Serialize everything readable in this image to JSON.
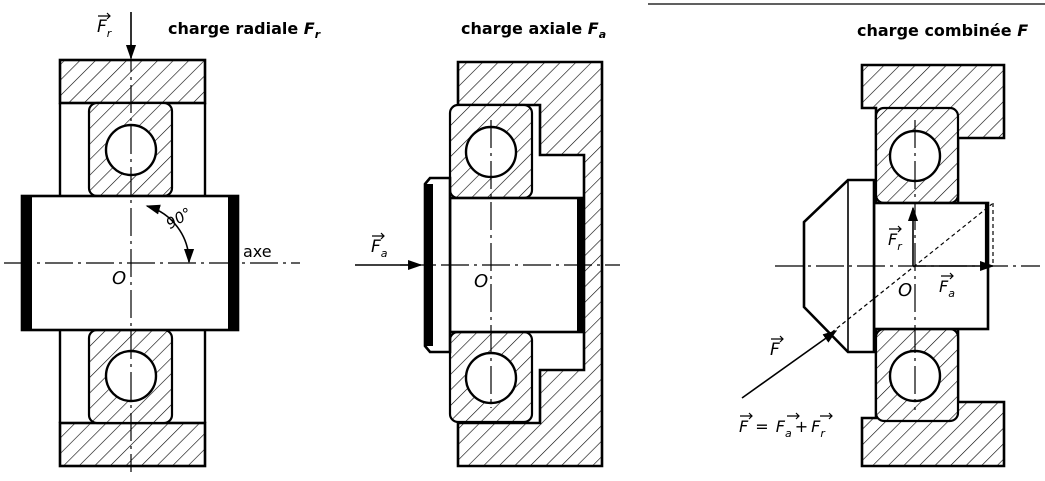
{
  "panels": {
    "radial": {
      "title": "charge radiale",
      "title_symbol": "F",
      "title_sub": "r",
      "force_symbol": "F",
      "force_sub": "r",
      "angle_label": "90°",
      "axis_label": "axe",
      "origin_label": "O"
    },
    "axial": {
      "title": "charge axiale",
      "title_symbol": "F",
      "title_sub": "a",
      "force_symbol": "F",
      "force_sub": "a",
      "origin_label": "O"
    },
    "combined": {
      "title": "charge combinée",
      "title_symbol": "F",
      "fr_symbol": "F",
      "fr_sub": "r",
      "fa_symbol": "F",
      "fa_sub": "a",
      "f_symbol": "F",
      "origin_label": "O",
      "equation_lhs": "F",
      "equation_eq": "=",
      "equation_t1": "F",
      "equation_t1_sub": "a",
      "equation_plus": "+",
      "equation_t2": "F",
      "equation_t2_sub": "r"
    }
  },
  "colors": {
    "ink": "#000000",
    "paper": "#ffffff"
  }
}
